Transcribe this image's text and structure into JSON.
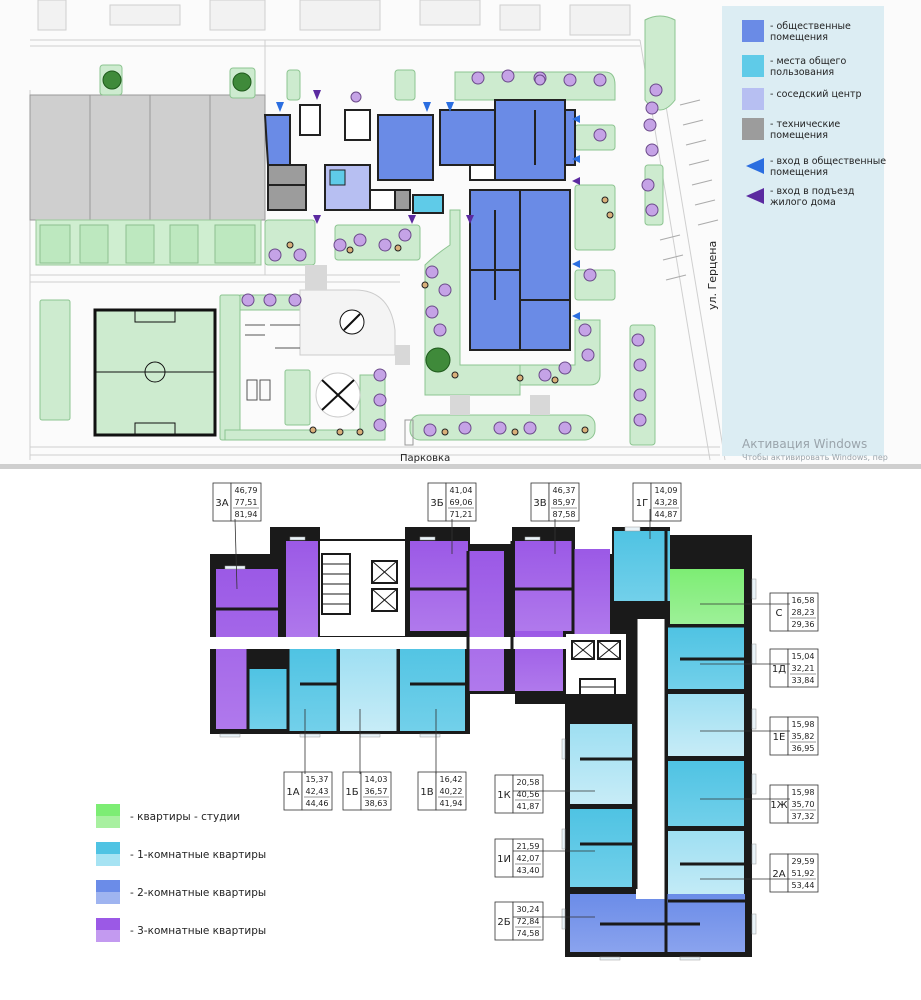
{
  "site_plan": {
    "legend": [
      {
        "label": "- общественные помещения",
        "lines": [
          "- общественные",
          "помещения"
        ],
        "color": "#6a8be6",
        "kind": "square"
      },
      {
        "label": "- места общего пользования",
        "lines": [
          "- места общего",
          "пользования"
        ],
        "color": "#5fcbe8",
        "kind": "square"
      },
      {
        "label": "- соседский центр",
        "lines": [
          "- соседский центр"
        ],
        "color": "#b7bff2",
        "kind": "square"
      },
      {
        "label": "- технические помещения",
        "lines": [
          "- технические",
          "помещения"
        ],
        "color": "#9c9c9c",
        "kind": "square"
      },
      {
        "label": "- вход в общественные помещения",
        "lines": [
          "- вход в общественные",
          "помещения"
        ],
        "color": "#2b6ee0",
        "kind": "triangle"
      },
      {
        "label": "- вход в подъезд жилого дома",
        "lines": [
          "- вход в подъезд",
          "жилого дома"
        ],
        "color": "#5b2aa0",
        "kind": "triangle"
      }
    ],
    "legend_bg": "#dcedf3",
    "street_label": "ул. Герцена",
    "parking_label": "Парковка",
    "watermark_title": "Активация Windows",
    "watermark_sub": "Чтобы активировать Windows, пер"
  },
  "floor_plan": {
    "apartments": [
      {
        "code": "3А",
        "areas": [
          "46,79",
          "77,51",
          "81,94"
        ]
      },
      {
        "code": "3Б",
        "areas": [
          "41,04",
          "69,06",
          "71,21"
        ]
      },
      {
        "code": "3В",
        "areas": [
          "46,37",
          "85,97",
          "87,58"
        ]
      },
      {
        "code": "1Г",
        "areas": [
          "14,09",
          "43,28",
          "44,87"
        ]
      },
      {
        "code": "С",
        "areas": [
          "16,58",
          "28,23",
          "29,36"
        ]
      },
      {
        "code": "1Д",
        "areas": [
          "15,04",
          "32,21",
          "33,84"
        ]
      },
      {
        "code": "1Е",
        "areas": [
          "15,98",
          "35,82",
          "36,95"
        ]
      },
      {
        "code": "1Ж",
        "areas": [
          "15,98",
          "35,70",
          "37,32"
        ]
      },
      {
        "code": "2А",
        "areas": [
          "29,59",
          "51,92",
          "53,44"
        ]
      },
      {
        "code": "1А",
        "areas": [
          "15,37",
          "42,43",
          "44,46"
        ]
      },
      {
        "code": "1Б",
        "areas": [
          "14,03",
          "36,57",
          "38,63"
        ]
      },
      {
        "code": "1В",
        "areas": [
          "16,42",
          "40,22",
          "41,94"
        ]
      },
      {
        "code": "1К",
        "areas": [
          "20,58",
          "40,56",
          "41,87"
        ]
      },
      {
        "code": "1И",
        "areas": [
          "21,59",
          "42,07",
          "43,40"
        ]
      },
      {
        "code": "2Б",
        "areas": [
          "30,24",
          "72,84",
          "74,58"
        ]
      }
    ],
    "legend": [
      {
        "label": "- квартиры - студии",
        "color": "#7ded74",
        "color2": "#a8f0a0"
      },
      {
        "label": "- 1-комнатные квартиры",
        "color": "#4fc3e3",
        "color2": "#a6e3f3"
      },
      {
        "label": "- 2-комнатные квартиры",
        "color": "#6b8ce8",
        "color2": "#9fb4f0"
      },
      {
        "label": "- 3-комнатные квартиры",
        "color": "#9b59e6",
        "color2": "#c39af0"
      }
    ]
  }
}
